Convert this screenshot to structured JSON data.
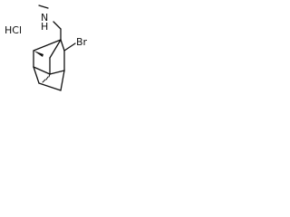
{
  "structure": {
    "salt_label": "HCl",
    "amine_label": "N",
    "amine_h_label": "H",
    "bromine_label": "Br"
  }
}
